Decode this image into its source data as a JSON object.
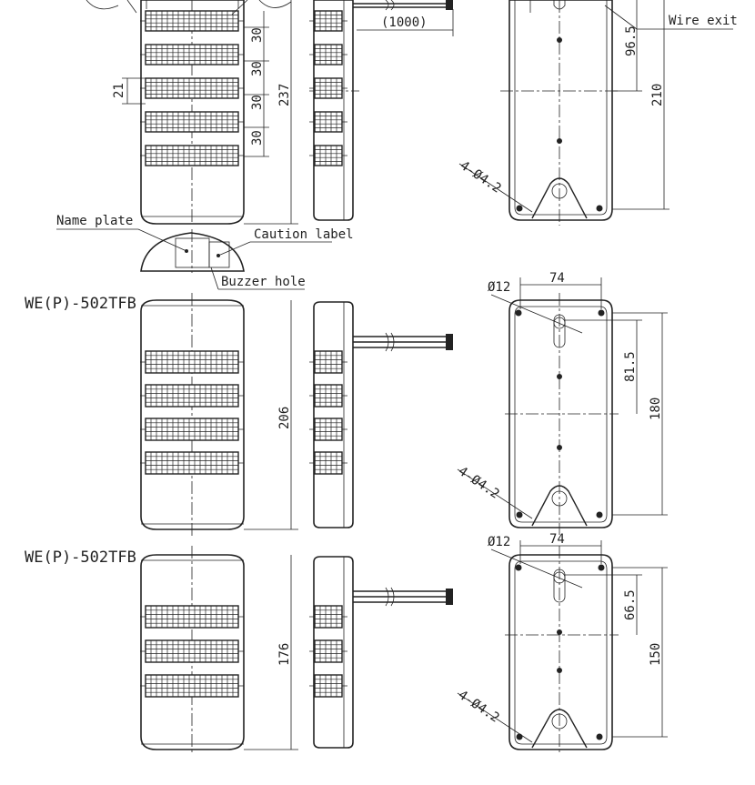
{
  "labels": {
    "wire_length": "(1000)",
    "wire_exit": "Wire exit",
    "name_plate": "Name plate",
    "caution_label": "Caution label",
    "buzzer_hole": "Buzzer hole",
    "model_a": "WE(P)-502TFB",
    "model_b": "WE(P)-502TFB"
  },
  "dimensions": {
    "tier_pitch": "30",
    "tier_height": "21",
    "total_5": "237",
    "total_4": "206",
    "total_3": "176",
    "mount_5": "96.5",
    "base_5": "210",
    "mount_4": "81.5",
    "base_4": "180",
    "mount_3": "66.5",
    "base_3": "150",
    "width": "74",
    "hole": "Ø12",
    "screw_holes": "4-Ø4.2"
  }
}
